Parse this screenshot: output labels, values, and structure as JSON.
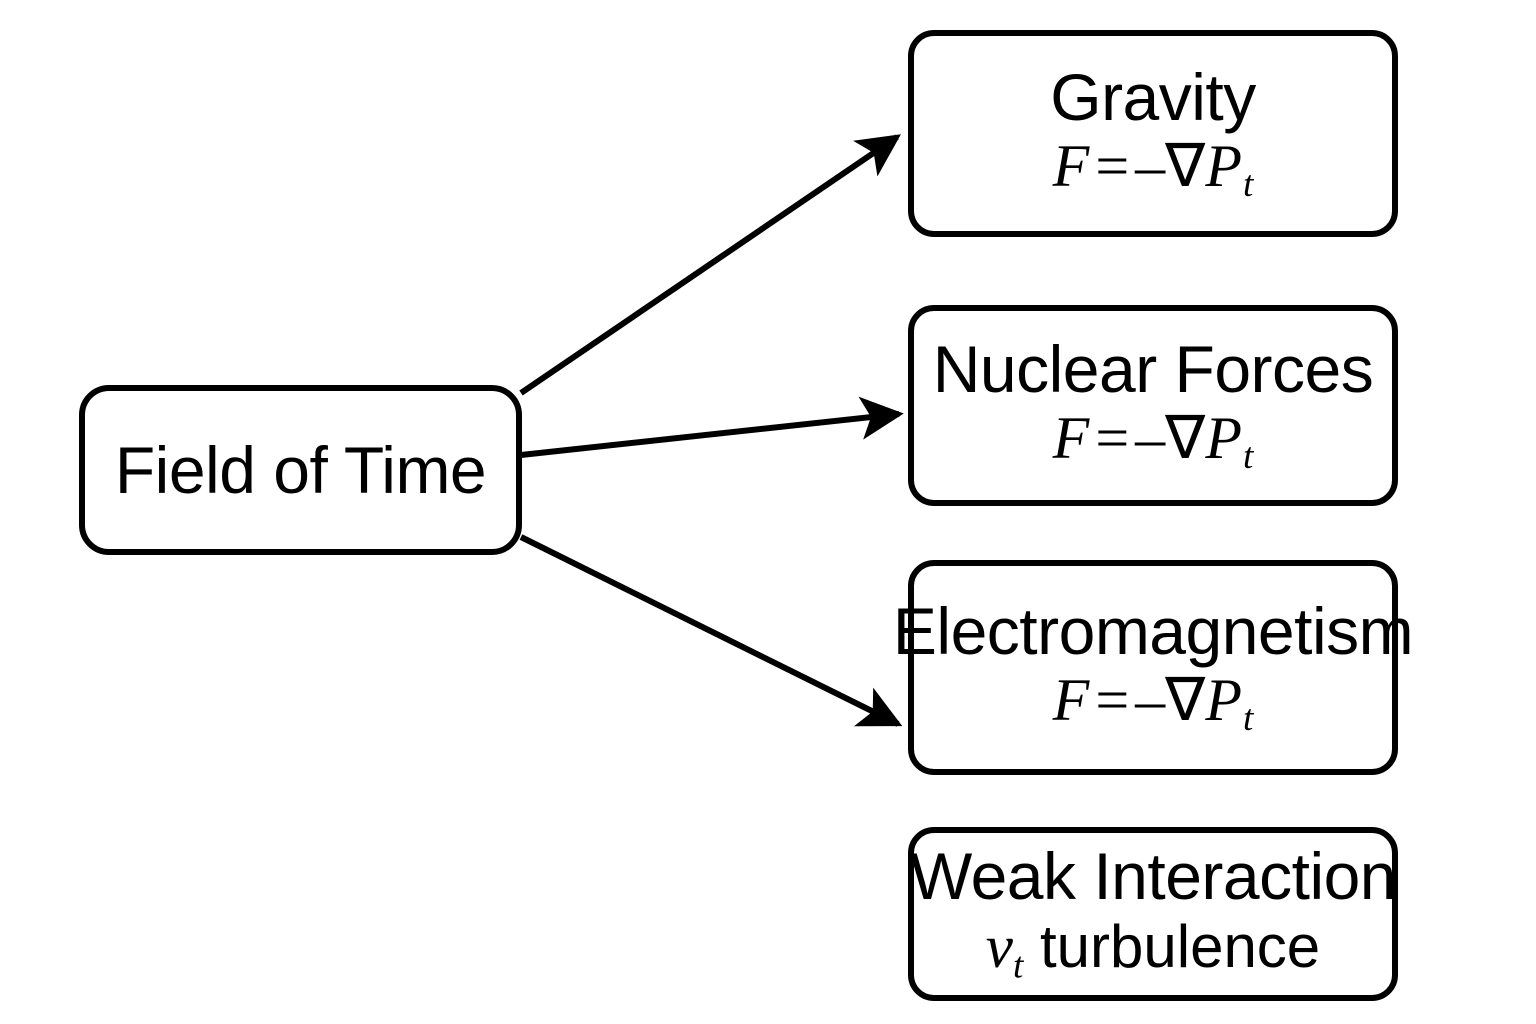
{
  "diagram": {
    "title": "Field of Time forces diagram",
    "background_color": "#ffffff",
    "stroke_color": "#000000",
    "source_node": {
      "label": "Field of Time"
    },
    "targets": [
      {
        "id": "gravity",
        "label": "Gravity",
        "formula": {
          "lhs": "F",
          "equals": "=",
          "minus": "–",
          "nabla": "∇",
          "symbol": "P",
          "subscript": "t",
          "plain": "F = –∇P_t"
        }
      },
      {
        "id": "nuclear-forces",
        "label": "Nuclear Forces",
        "formula": {
          "lhs": "F",
          "equals": "=",
          "minus": "–",
          "nabla": "∇",
          "symbol": "P",
          "subscript": "t",
          "plain": "F = –∇P_t"
        }
      },
      {
        "id": "electromagnetism",
        "label": "Electromagnetism",
        "formula": {
          "lhs": "F",
          "equals": "=",
          "minus": "–",
          "nabla": "∇",
          "symbol": "P",
          "subscript": "t",
          "plain": "F = –∇P_t"
        }
      },
      {
        "id": "weak-interaction",
        "label": "Weak Interaction",
        "subtext": {
          "symbol": "v",
          "subscript": "t",
          "word": "turbulence",
          "plain": "v_t turbulence"
        }
      }
    ],
    "edges": [
      {
        "id": "edge-to-gravity",
        "from": "Field of Time",
        "to": "Gravity"
      },
      {
        "id": "edge-to-nuclear",
        "from": "Field of Time",
        "to": "Nuclear Forces"
      },
      {
        "id": "edge-to-electromagnetism",
        "from": "Field of Time",
        "to": "Electromagnetism"
      }
    ]
  }
}
